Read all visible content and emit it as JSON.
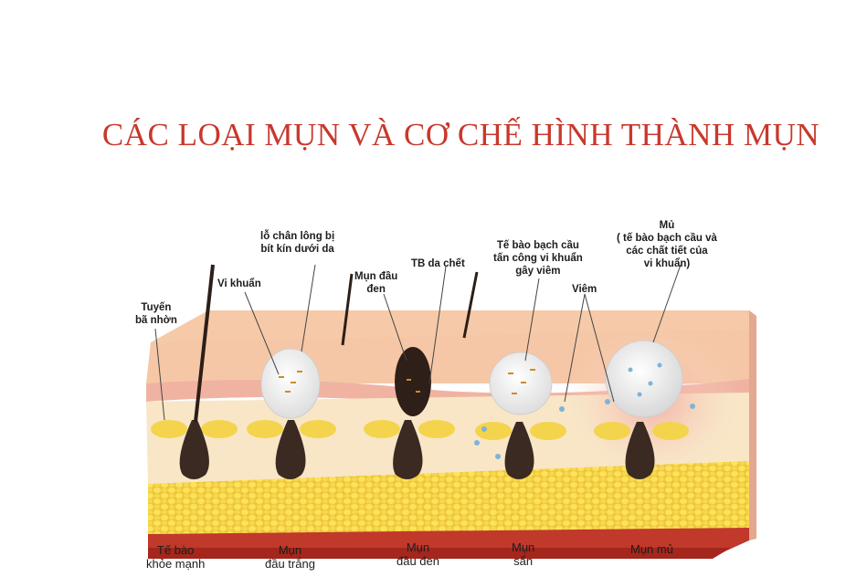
{
  "title": "CÁC LOẠI MỤN VÀ CƠ CHẾ HÌNH THÀNH MỤN",
  "labels": {
    "sebaceous": [
      "Tuyến",
      "bã nhờn"
    ],
    "bacteria": [
      "Vi khuẩn"
    ],
    "pore": [
      "lỗ chân lông bị",
      "bít kín dưới da"
    ],
    "blackhead_top": [
      "Mụn đầu",
      "đen"
    ],
    "dead_cells": [
      "TB da chết"
    ],
    "white_cells": [
      "Tế bào bạch cầu",
      "tấn công vi khuẩn",
      "gây viêm"
    ],
    "inflammation": [
      "Viêm"
    ],
    "pus": [
      "Mủ",
      "( tế bào bạch cầu và",
      "các chất tiết của",
      "vi khuẩn)"
    ]
  },
  "stages": [
    [
      "Tế bào",
      "khỏe mạnh"
    ],
    [
      "Mụn",
      "đầu trắng"
    ],
    [
      "Mụn",
      "đầu đen"
    ],
    [
      "Mụn",
      "sẩn"
    ],
    [
      "Mụn mủ"
    ]
  ],
  "colors": {
    "title": "#c8382c",
    "skin_surface": "#f3c3a4",
    "epidermis": "#f8e7c9",
    "dermis_band": "#f1b7a6",
    "fat": "#f6d44a",
    "muscle": "#c33a2b",
    "follicle": "#3a2a22",
    "gland": "#f4d44c"
  }
}
